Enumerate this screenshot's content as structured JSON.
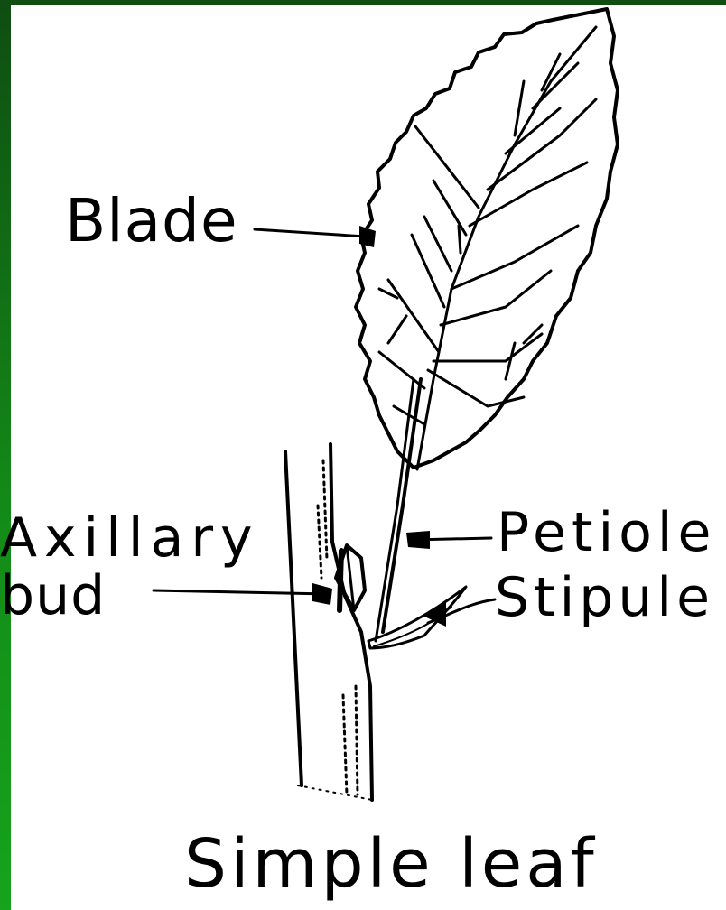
{
  "labels": {
    "blade": "Blade",
    "axillary": "Axillary",
    "bud": "bud",
    "petiole": "Petiole",
    "stipule": "Stipule"
  },
  "caption": "Simple leaf",
  "colors": {
    "background_green": "#138a18",
    "panel": "#ffffff",
    "ink": "#000000"
  }
}
